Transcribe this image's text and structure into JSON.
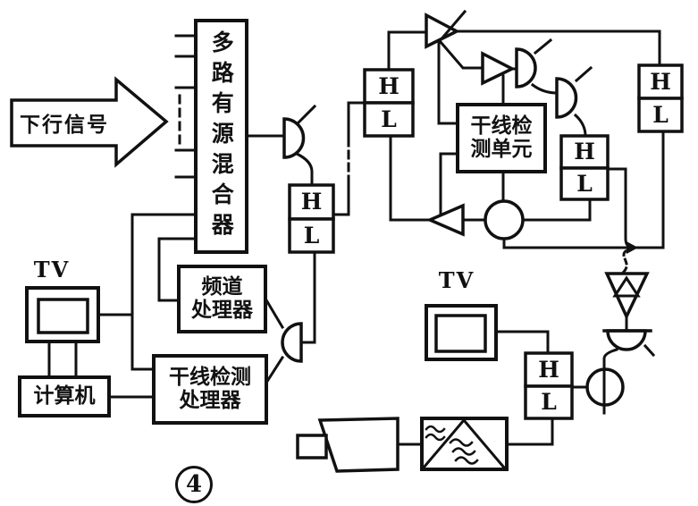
{
  "diagram": {
    "caption_number": "4",
    "input_arrow": {
      "label": "下行信号"
    },
    "mixer": {
      "label": "多路有源混合器"
    },
    "channel_processor": {
      "line1": "频道",
      "line2": "处理器"
    },
    "trunk_detection_processor": {
      "line1": "干线检测",
      "line2": "处理器"
    },
    "trunk_detection_unit": {
      "line1": "干线检",
      "line2": "测单元"
    },
    "computer": {
      "label": "计算机"
    },
    "headend_tv": {
      "label": "TV"
    },
    "field_tv": {
      "label": "TV"
    },
    "hl_filter": {
      "high": "H",
      "low": "L"
    }
  },
  "colors": {
    "ink": "#111111",
    "paper": "#ffffff"
  }
}
